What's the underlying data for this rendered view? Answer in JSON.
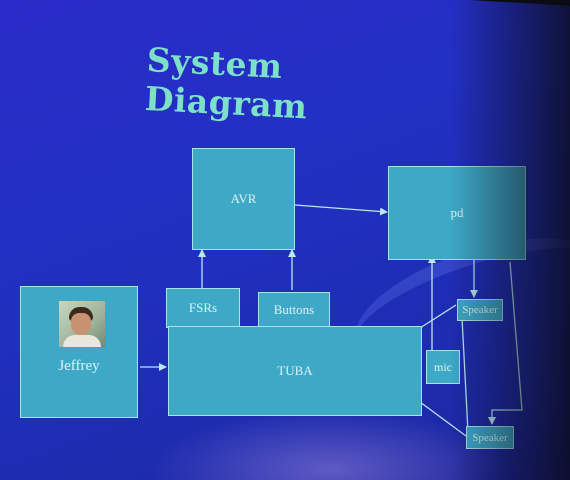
{
  "slide": {
    "title": "System Diagram"
  },
  "nodes": {
    "avr": "AVR",
    "pd": "pd",
    "fsrs": "FSRs",
    "buttons": "Buttons",
    "jeffrey": "Jeffrey",
    "tuba": "TUBA",
    "mic": "mic",
    "speaker_top": "Speaker",
    "speaker_bottom": "Speaker"
  },
  "colors": {
    "box_fill": "#3ea9c6",
    "title": "#7de0c8",
    "background": "#2230c4"
  },
  "icons": {
    "jeffrey_photo": "person-photo"
  }
}
